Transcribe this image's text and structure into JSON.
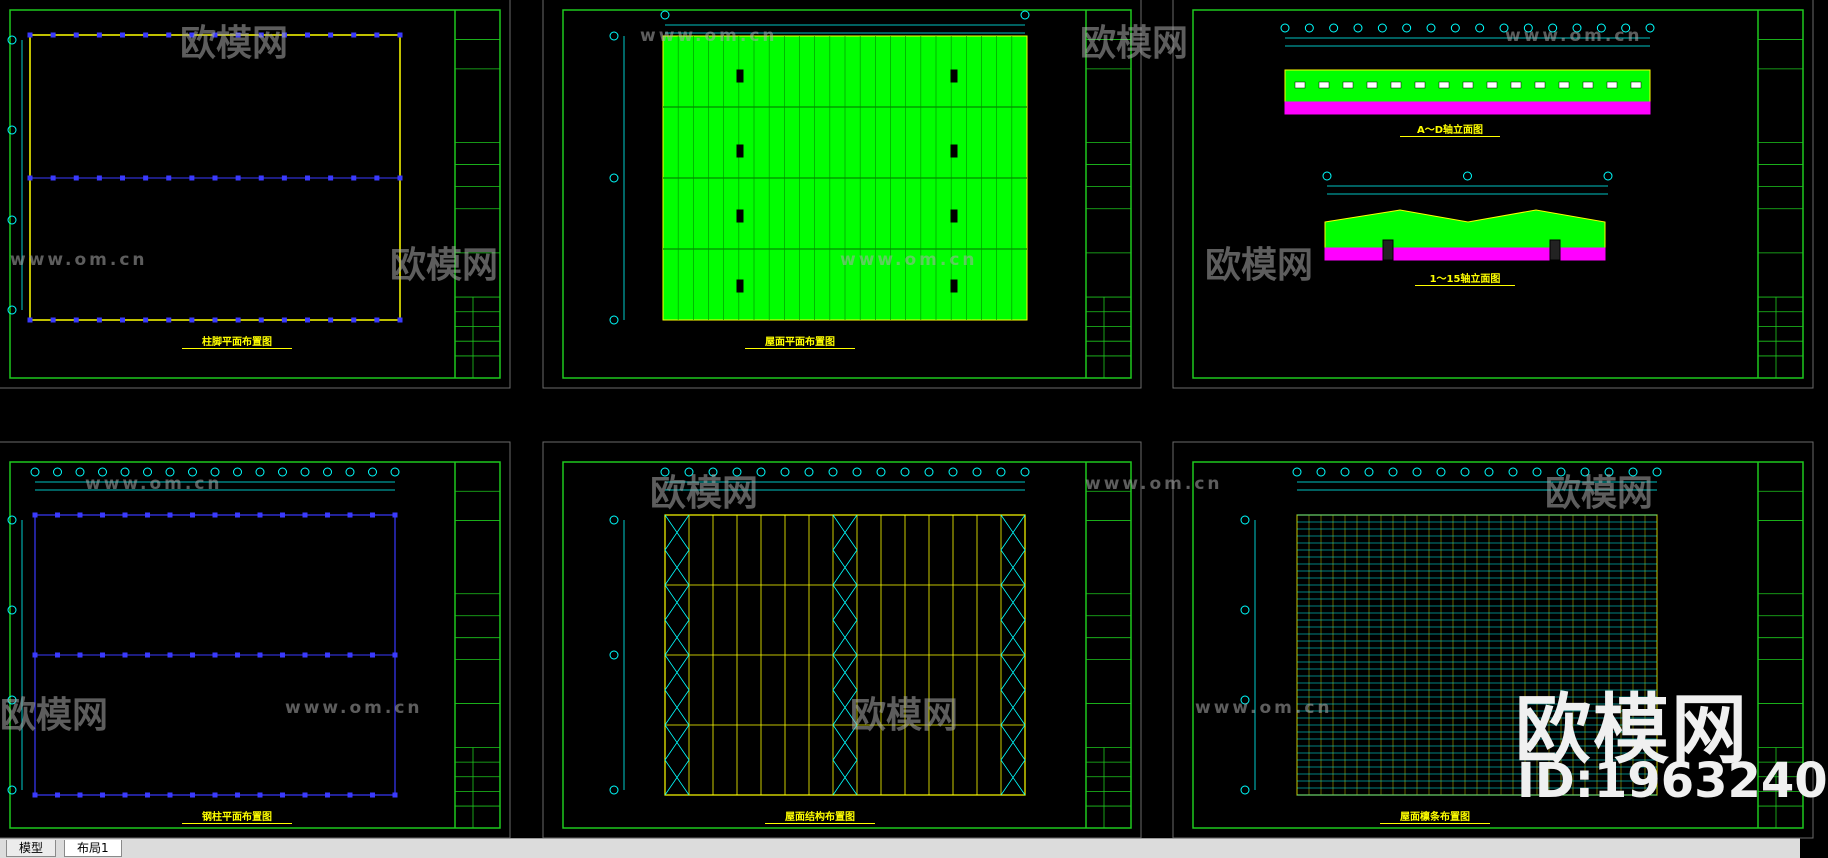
{
  "watermark": {
    "logo_text": "欧模网",
    "url_text": "www.om.cn",
    "url_text_partial": "om.cn"
  },
  "brand": {
    "name": "欧模网",
    "id_label": "ID:1963240"
  },
  "sheets": [
    {
      "title": "柱脚平面布置图"
    },
    {
      "title": "屋面平面布置图"
    },
    {
      "title": "A～D轴立面图",
      "subtitle": "1～15轴立面图"
    },
    {
      "title": "钢柱平面布置图"
    },
    {
      "title": "屋面结构布置图"
    },
    {
      "title": "屋面檩条布置图"
    }
  ],
  "tabs": {
    "model": "模型",
    "layout1": "布局1"
  },
  "colors": {
    "frame": "#1ec81e",
    "axis": "#00ffff",
    "roof_fill": "#00ff00",
    "base_fill": "#ff00ff",
    "beam": "#ffff00",
    "column": "#3a3aff"
  }
}
